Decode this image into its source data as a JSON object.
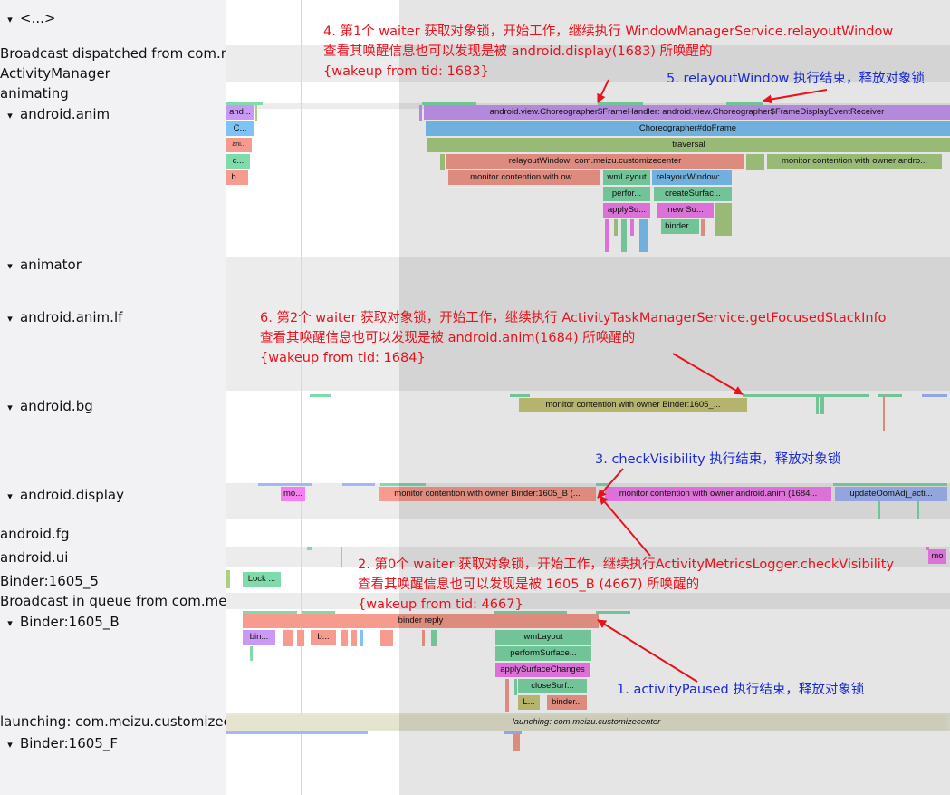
{
  "sidebar": {
    "rows": [
      {
        "label": "<...>",
        "expanded": true
      },
      {
        "label": "Broadcast dispatched from com.meizu.customizecenter",
        "expanded": null
      },
      {
        "label": "ActivityManager",
        "expanded": null
      },
      {
        "label": "animating",
        "expanded": null
      },
      {
        "label": "android.anim",
        "expanded": true
      },
      {
        "label": "animator",
        "expanded": true
      },
      {
        "label": "android.anim.lf",
        "expanded": true
      },
      {
        "label": "android.bg",
        "expanded": true
      },
      {
        "label": "android.display",
        "expanded": true
      },
      {
        "label": "android.fg",
        "expanded": null
      },
      {
        "label": "android.ui",
        "expanded": null
      },
      {
        "label": "Binder:1605_5",
        "expanded": null
      },
      {
        "label": "Broadcast in queue from com.meizu.customizecenter",
        "expanded": null
      },
      {
        "label": "Binder:1605_B",
        "expanded": true
      },
      {
        "label": "launching: com.meizu.customizecenter",
        "expanded": null
      },
      {
        "label": "Binder:1605_F",
        "expanded": true
      }
    ],
    "triangle": "▾"
  },
  "slices": {
    "anim_root": "android.view.Choreographer$FrameHandler: android.view.Choreographer$FrameDisplayEventReceiver",
    "do_frame": "Choreographer#doFrame",
    "traversal": "traversal",
    "relayout": "relayoutWindow: com.meizu.customizecenter",
    "monitor_owner_andro": "monitor contention with owner andro...",
    "monitor_ow": "monitor contention with ow...",
    "wm_layout": "wmLayout",
    "relayout_short": "relayoutWindow:...",
    "perfor": "perfor...",
    "create_surfac": "createSurfac...",
    "apply_su": "applySu...",
    "new_su": "new Su...",
    "binder_dots": "binder...",
    "anim_small_1": "and...",
    "anim_small_2": "C...",
    "anim_small_3": "ani...",
    "anim_small_4": "c...",
    "anim_small_5": "b...",
    "bg_monitor": "monitor contention with owner Binder:1605_...",
    "disp_mo": "mo...",
    "disp_monitor_b": "monitor contention with owner Binder:1605_B (...",
    "disp_monitor_anim": "monitor contention with owner android.anim (1684...",
    "update_oom": "updateOomAdj_acti...",
    "ui_mo": "mo",
    "lock": "Lock ...",
    "binder_reply": "binder reply",
    "bin": "bin...",
    "b_dots": "b...",
    "wm_layout_b": "wmLayout",
    "perform_surface": "performSurface...",
    "apply_surface_changes": "applySurfaceChanges",
    "close_surf": "closeSurf...",
    "l_dots": "L...",
    "binder_dots_b": "binder...",
    "launching": "launching: com.meizu.customizecenter"
  },
  "annotations": {
    "n4_line1": "4. 第1个 waiter 获取对象锁，开始工作，继续执行 WindowManagerService.relayoutWindow",
    "n4_line2": "查看其唤醒信息也可以发现是被 android.display(1683) 所唤醒的",
    "n4_line3": "{wakeup from tid: 1683}",
    "n5": "5. relayoutWindow 执行结束，释放对象锁",
    "n6_line1": "6. 第2个 waiter 获取对象锁，开始工作，继续执行 ActivityTaskManagerService.getFocusedStackInfo",
    "n6_line2": "查看其唤醒信息也可以发现是被 android.anim(1684) 所唤醒的",
    "n6_line3": "{wakeup from tid: 1684}",
    "n3": "3. checkVisibility 执行结束，释放对象锁",
    "n2_line1": "2. 第0个 waiter 获取对象锁，开始工作，继续执行ActivityMetricsLogger.checkVisibility",
    "n2_line2": "查看其唤醒信息也可以发现是被 1605_B (4667) 所唤醒的",
    "n2_line3": "{wakeup from tid: 4667}",
    "n1": "1. activityPaused 执行结束，释放对象锁"
  },
  "colors": {
    "annotation_red": "#e8121c",
    "annotation_blue": "#1a2ad4",
    "purple": "#c999f5",
    "blue": "#7ec3f5",
    "green": "#abd085",
    "salmon": "#f79b8e",
    "teal": "#7fdbaa",
    "magenta": "#f57ef0",
    "olive": "#c9c97c",
    "periwinkle": "#a3b8f5"
  }
}
